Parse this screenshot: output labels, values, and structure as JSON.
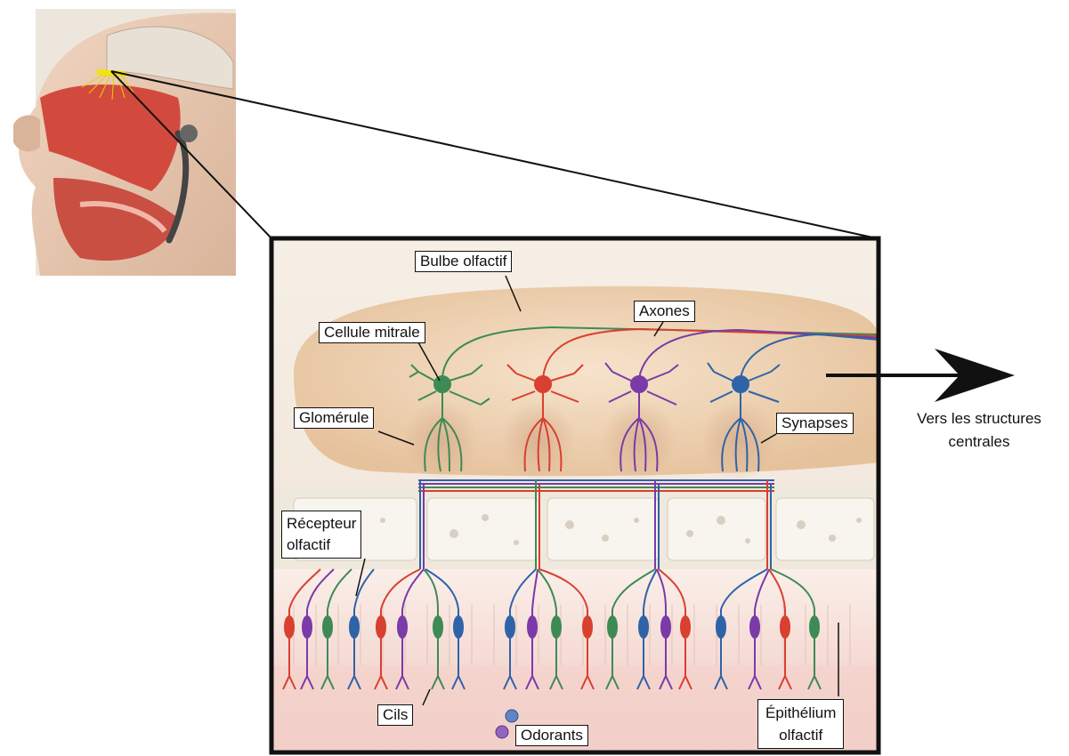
{
  "labels": {
    "bulbe": "Bulbe olfactif",
    "axones": "Axones",
    "cellule_mitrale": "Cellule mitrale",
    "glomerule": "Glomérule",
    "synapses": "Synapses",
    "recepteur_line1": "Récepteur",
    "recepteur_line2": "olfactif",
    "cils": "Cils",
    "odorants": "Odorants",
    "epithelium_line1": "Épithélium",
    "epithelium_line2": "olfactif",
    "vers_line1": "Vers les structures",
    "vers_line2": "centrales"
  },
  "colors": {
    "green": "#3e8a55",
    "red": "#d8402f",
    "purple": "#7a3aa8",
    "blue": "#2f63a8",
    "bulb": "#f1d7b9",
    "bone": "#efe8dc",
    "epithelium": "#f7ded6"
  },
  "icons": {
    "head": "head-sagittal-section-image",
    "odorant": "odorant-molecule-icon",
    "arrow": "right-arrow-icon"
  }
}
